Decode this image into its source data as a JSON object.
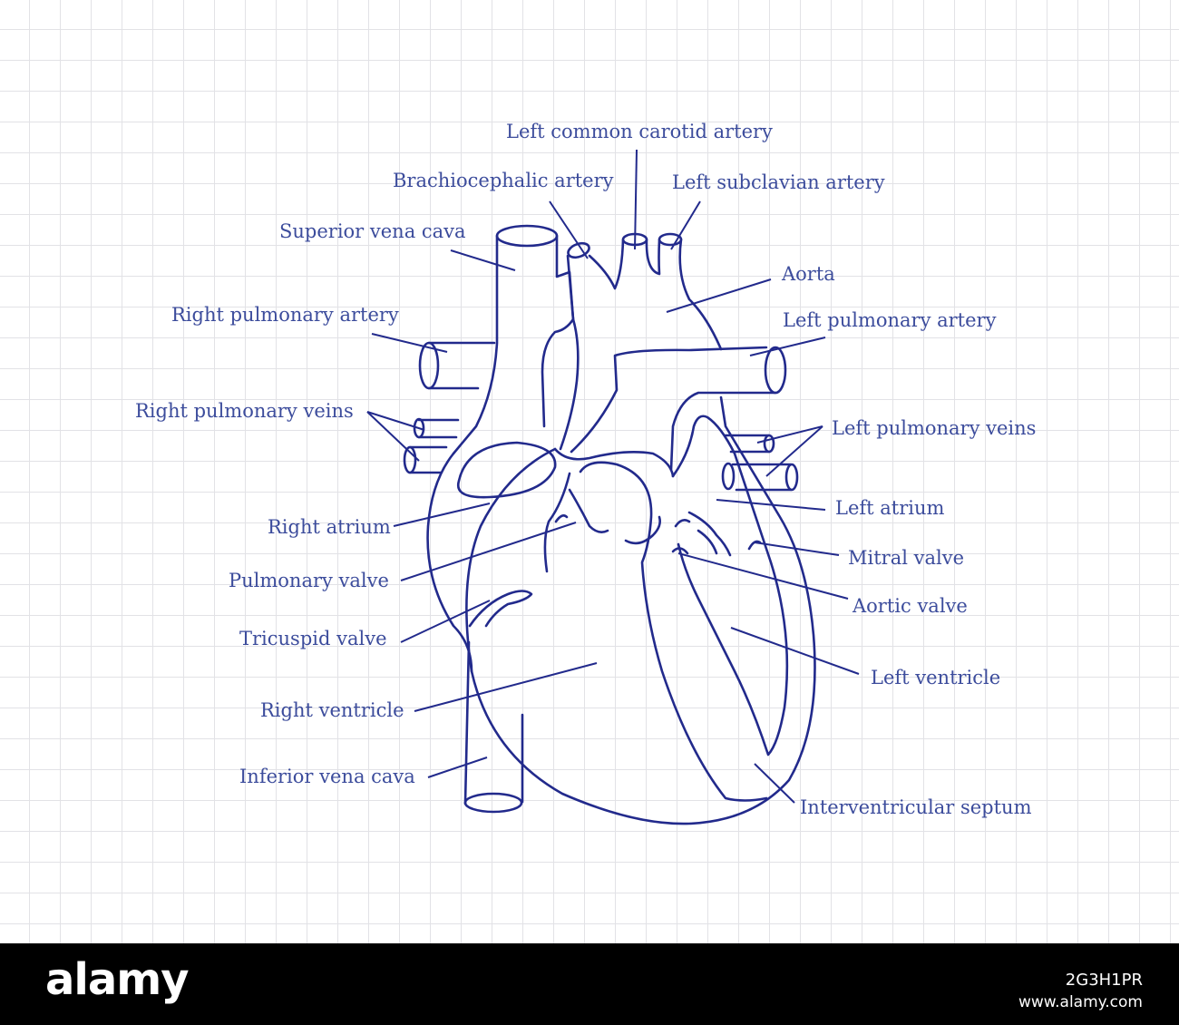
{
  "labels": {
    "left_common_carotid_artery": "Left common carotid artery",
    "brachiocephalic_artery": "Brachiocephalic artery",
    "left_subclavian_artery": "Left subclavian artery",
    "superior_vena_cava": "Superior vena cava",
    "aorta": "Aorta",
    "right_pulmonary_artery": "Right pulmonary artery",
    "left_pulmonary_artery": "Left pulmonary artery",
    "right_pulmonary_veins": "Right pulmonary veins",
    "left_pulmonary_veins": "Left pulmonary veins",
    "left_atrium": "Left atrium",
    "right_atrium": "Right atrium",
    "mitral_valve": "Mitral valve",
    "pulmonary_valve": "Pulmonary valve",
    "aortic_valve": "Aortic valve",
    "tricuspid_valve": "Tricuspid valve",
    "left_ventricle": "Left ventricle",
    "right_ventricle": "Right ventricle",
    "inferior_vena_cava": "Inferior vena cava",
    "interventricular_septum": "Interventricular septum"
  },
  "footer": {
    "brand": "alamy",
    "image_id": "2G3H1PR",
    "site": "www.alamy.com"
  },
  "colors": {
    "ink": "#222a8c",
    "label_text": "#3c4c9c",
    "grid": "#e2e2e6",
    "footer_bg": "#000000"
  }
}
